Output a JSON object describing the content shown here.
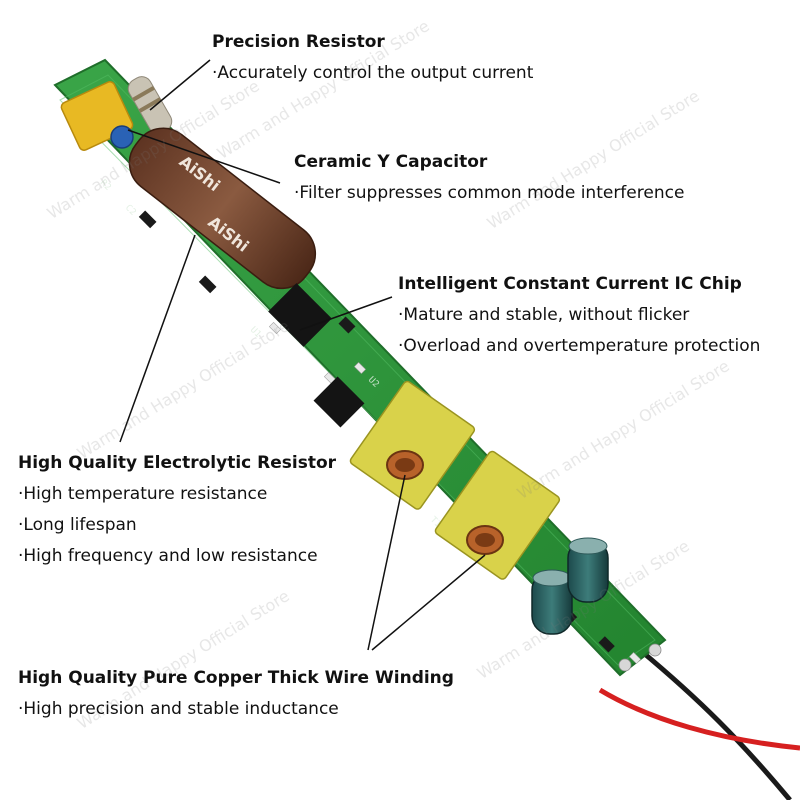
{
  "watermark": "Warm and Happy Official Store",
  "annotations": {
    "precision_resistor": {
      "title": "Precision Resistor",
      "bullets": [
        "·Accurately control the output current"
      ]
    },
    "ceramic_y_capacitor": {
      "title": "Ceramic Y Capacitor",
      "bullets": [
        "·Filter suppresses common mode interference"
      ]
    },
    "ic_chip": {
      "title": "Intelligent Constant Current IC Chip",
      "bullets": [
        "·Mature and stable, without flicker",
        "·Overload and overtemperature protection"
      ]
    },
    "electrolytic": {
      "title": "High Quality Electrolytic Resistor",
      "bullets": [
        "·High temperature resistance",
        "·Long lifespan",
        "·High frequency and low resistance"
      ]
    },
    "winding": {
      "title": "High Quality Pure Copper Thick Wire Winding",
      "bullets": [
        "·High precision and stable inductance"
      ]
    }
  },
  "capacitor_print": "AiShi",
  "colors": {
    "pcb": "#2f9a3c",
    "pcb_edge": "#1f6e2a",
    "capacitor_body": "#7a4a32",
    "y_capacitor": "#e8b923",
    "transformer": "#d9d24a",
    "wire_red": "#d62020",
    "wire_black": "#1a1a1a"
  }
}
